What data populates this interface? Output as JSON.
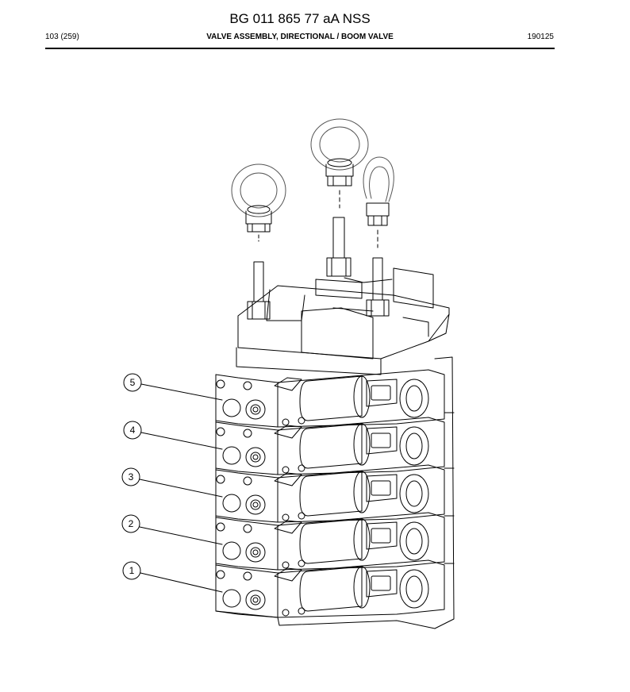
{
  "header": {
    "document_number": "BG 011 865 77 aA NSS",
    "page": "103 (259)",
    "section_title": "VALVE ASSEMBLY, DIRECTIONAL / BOOM VALVE",
    "date_code": "190125"
  },
  "callouts": [
    {
      "label": "5"
    },
    {
      "label": "4"
    },
    {
      "label": "3"
    },
    {
      "label": "2"
    },
    {
      "label": "1"
    }
  ]
}
